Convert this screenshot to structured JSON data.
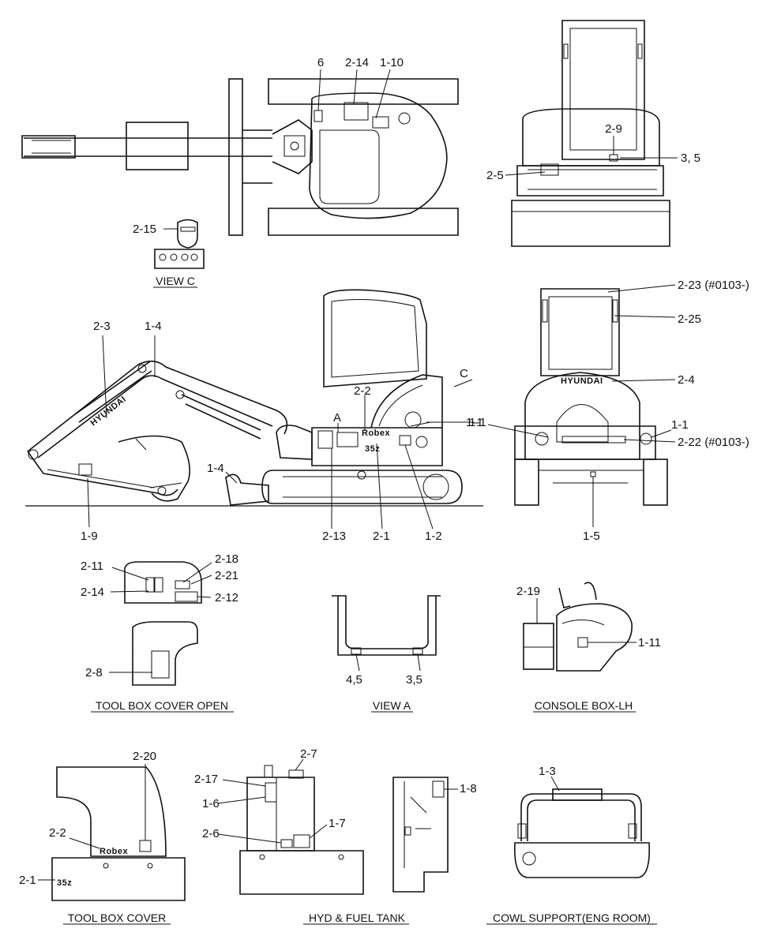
{
  "captions": {
    "view_c": "VIEW C",
    "tool_box_cover_open": "TOOL BOX COVER OPEN",
    "view_a": "VIEW A",
    "console_box_lh": "CONSOLE BOX-LH",
    "tool_box_cover": "TOOL BOX COVER",
    "hyd_fuel_tank": "HYD & FUEL TANK",
    "cowl_support": "COWL SUPPORT(ENG ROOM)"
  },
  "brand": {
    "boom": "HYUNDAI",
    "rear": "HYUNDAI",
    "model": "35z",
    "maker": "Robex"
  },
  "labels": {
    "top_6": "6",
    "top_2_14": "2-14",
    "top_1_10": "1-10",
    "view_c_2_15": "2-15",
    "rear_top_2_9": "2-9",
    "rear_top_3_5": "3, 5",
    "rear_top_2_5": "2-5",
    "side_2_3": "2-3",
    "side_1_4_boom": "1-4",
    "side_1_4_blade": "1-4",
    "side_1_9": "1-9",
    "side_a": "A",
    "side_2_2": "2-2",
    "side_c": "C",
    "side_1_1": "1-1",
    "side_2_13": "2-13",
    "side_2_1": "2-1",
    "side_1_2": "1-2",
    "rear_2_23": "2-23 (#0103-)",
    "rear_2_25": "2-25",
    "rear_2_4": "2-4",
    "rear_1_1_left": "1-1",
    "rear_1_1_right": "1-1",
    "rear_2_22": "2-22 (#0103-)",
    "rear_1_5": "1-5",
    "tbo_2_11": "2-11",
    "tbo_2_14": "2-14",
    "tbo_2_18": "2-18",
    "tbo_2_21": "2-21",
    "tbo_2_12": "2-12",
    "tbo_2_8": "2-8",
    "va_4_5": "4,5",
    "va_3_5": "3,5",
    "cb_2_19": "2-19",
    "cb_1_11": "1-11",
    "tbc_2_20": "2-20",
    "tbc_2_2": "2-2",
    "tbc_2_1": "2-1",
    "hft_2_7": "2-7",
    "hft_2_17": "2-17",
    "hft_1_6": "1-6",
    "hft_2_6": "2-6",
    "hft_1_7": "1-7",
    "hft_1_8": "1-8",
    "cowl_1_3": "1-3"
  }
}
